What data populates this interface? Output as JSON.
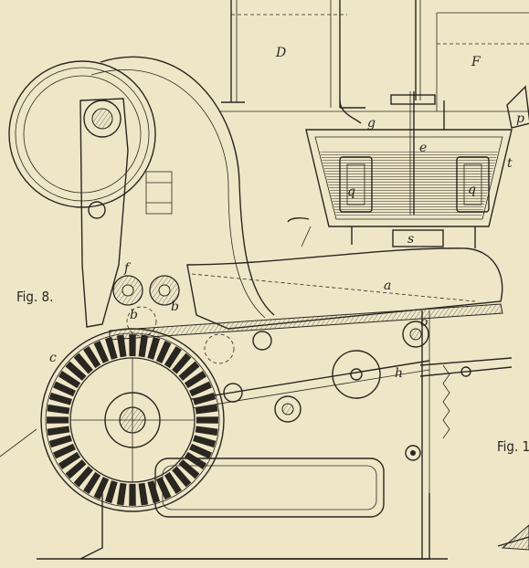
{
  "figure_labels": {
    "main": "Fig. 8.",
    "side": "Fig. 1"
  },
  "part_labels": {
    "D": "D",
    "F": "F",
    "a": "a",
    "b1": "b",
    "b2": "b",
    "c": "c",
    "f": "f",
    "h": "h",
    "o": "o",
    "p": "p",
    "q1": "q",
    "q2": "q",
    "t": "t",
    "s": "s",
    "e": "e",
    "g": "g"
  }
}
